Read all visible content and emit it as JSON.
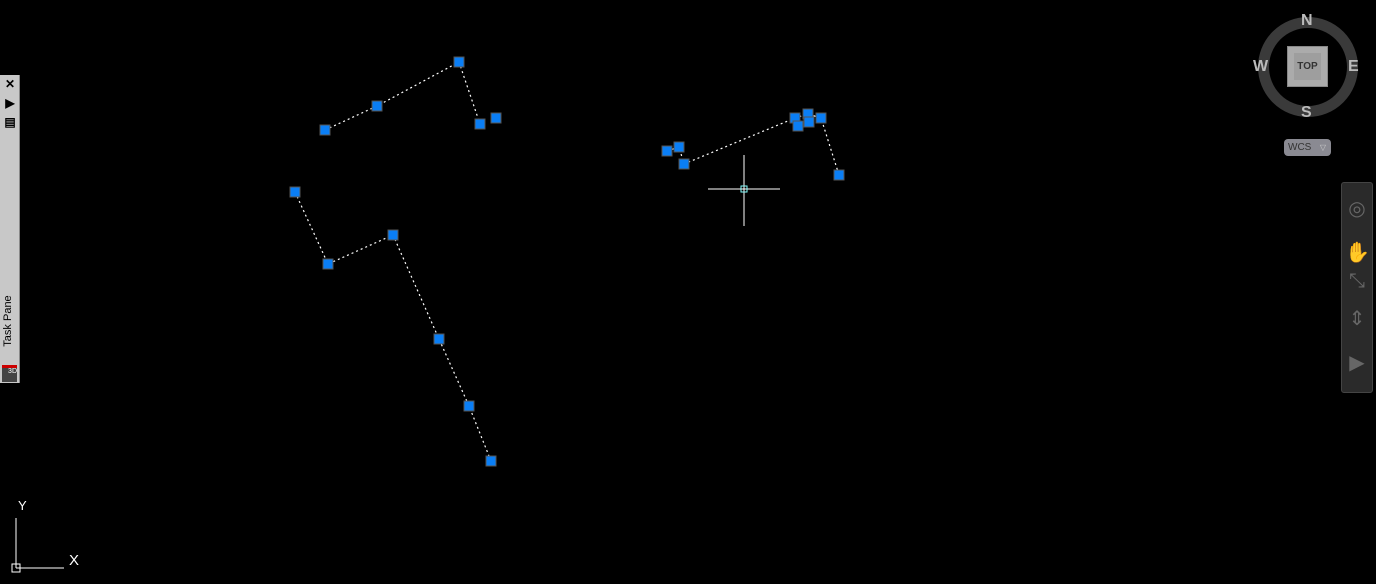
{
  "task_pane": {
    "label": "Task Pane",
    "close_icon": "close-icon",
    "badge": "3D"
  },
  "viewcube": {
    "north": "N",
    "south": "S",
    "east": "E",
    "west": "W",
    "face": "TOP"
  },
  "ucs_menu": {
    "label": "WCS"
  },
  "ucs_icon": {
    "x_label": "X",
    "y_label": "Y"
  },
  "colors": {
    "grip": "#0a7ef5",
    "background": "#000000",
    "line": "#ffffff"
  }
}
